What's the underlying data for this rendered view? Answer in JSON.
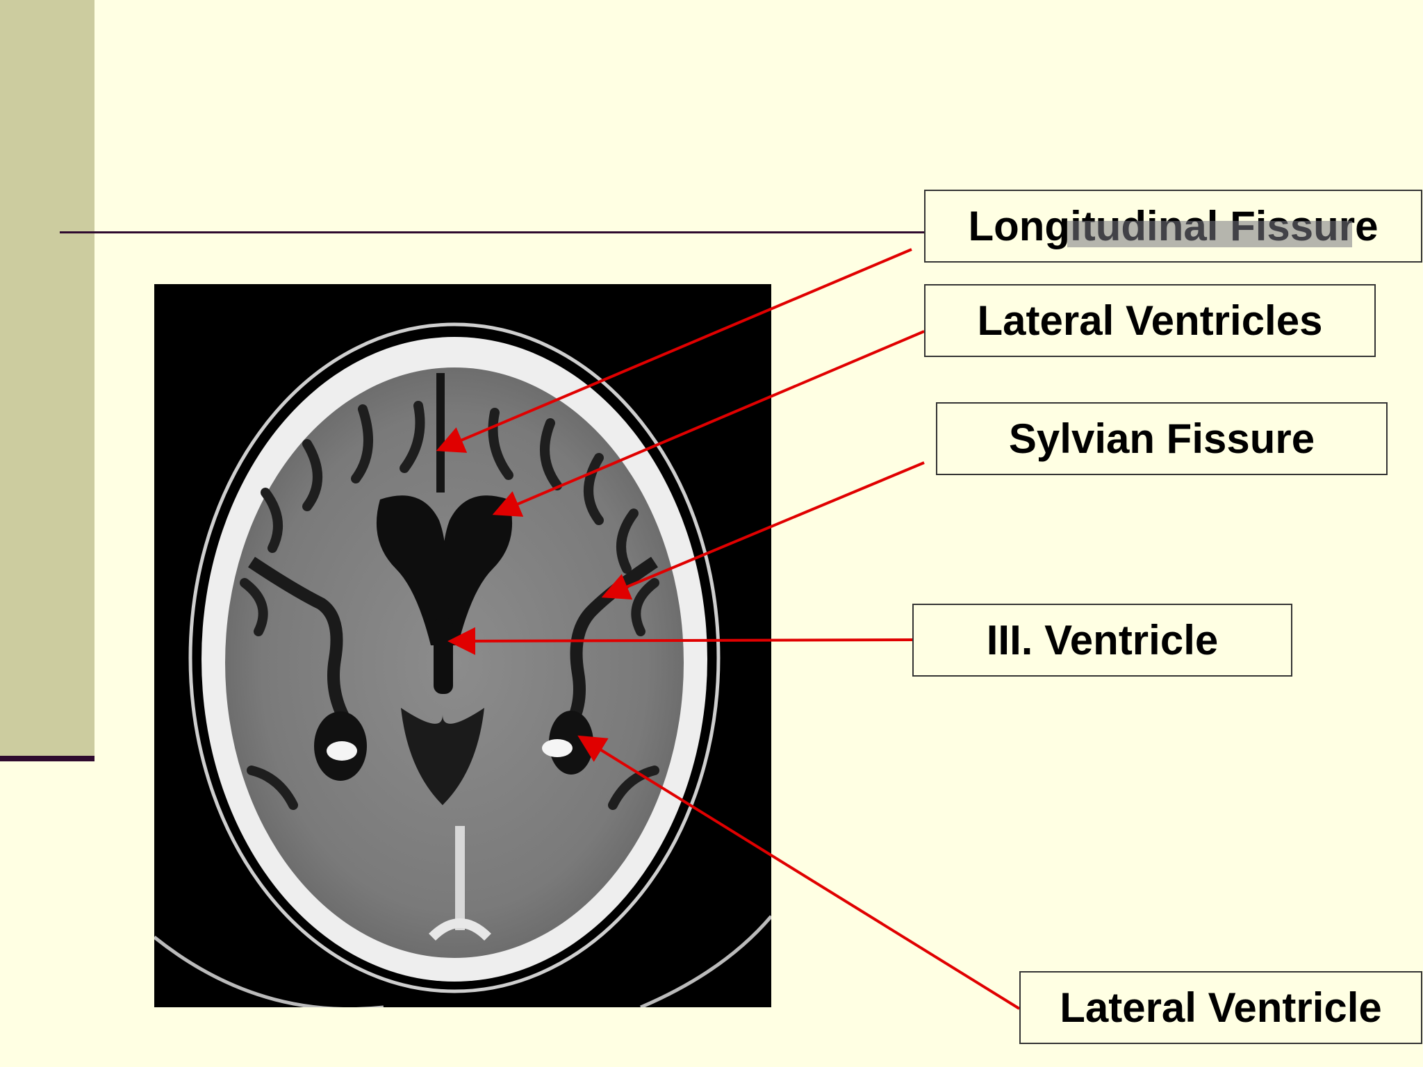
{
  "labels": {
    "longitudinal_fissure": "Longitudinal Fissure",
    "lateral_ventricles": "Lateral Ventricles",
    "sylvian_fissure": "Sylvian Fissure",
    "third_ventricle": "III. Ventricle",
    "lateral_ventricle": "Lateral Ventricle"
  },
  "colors": {
    "background": "#ffffe3",
    "sidebar": "#cccc9f",
    "rule": "#2e0a2e",
    "arrow": "#e00000"
  }
}
